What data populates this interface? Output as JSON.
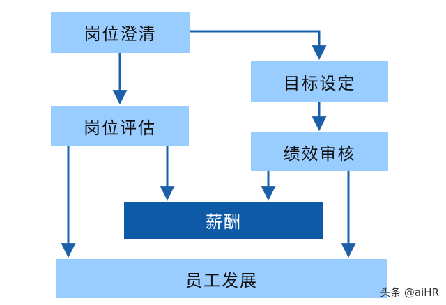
{
  "nodes": {
    "job_clarification": "岗位澄清",
    "goal_setting": "目标设定",
    "job_evaluation": "岗位评估",
    "performance_review": "绩效审核",
    "compensation": "薪酬",
    "employee_development": "员工发展"
  },
  "watermark": "头条 @aiHR",
  "colors": {
    "box_fill": "#99ccff",
    "dark_box_fill": "#0e5aa7",
    "arrow": "#1a5fa8"
  }
}
